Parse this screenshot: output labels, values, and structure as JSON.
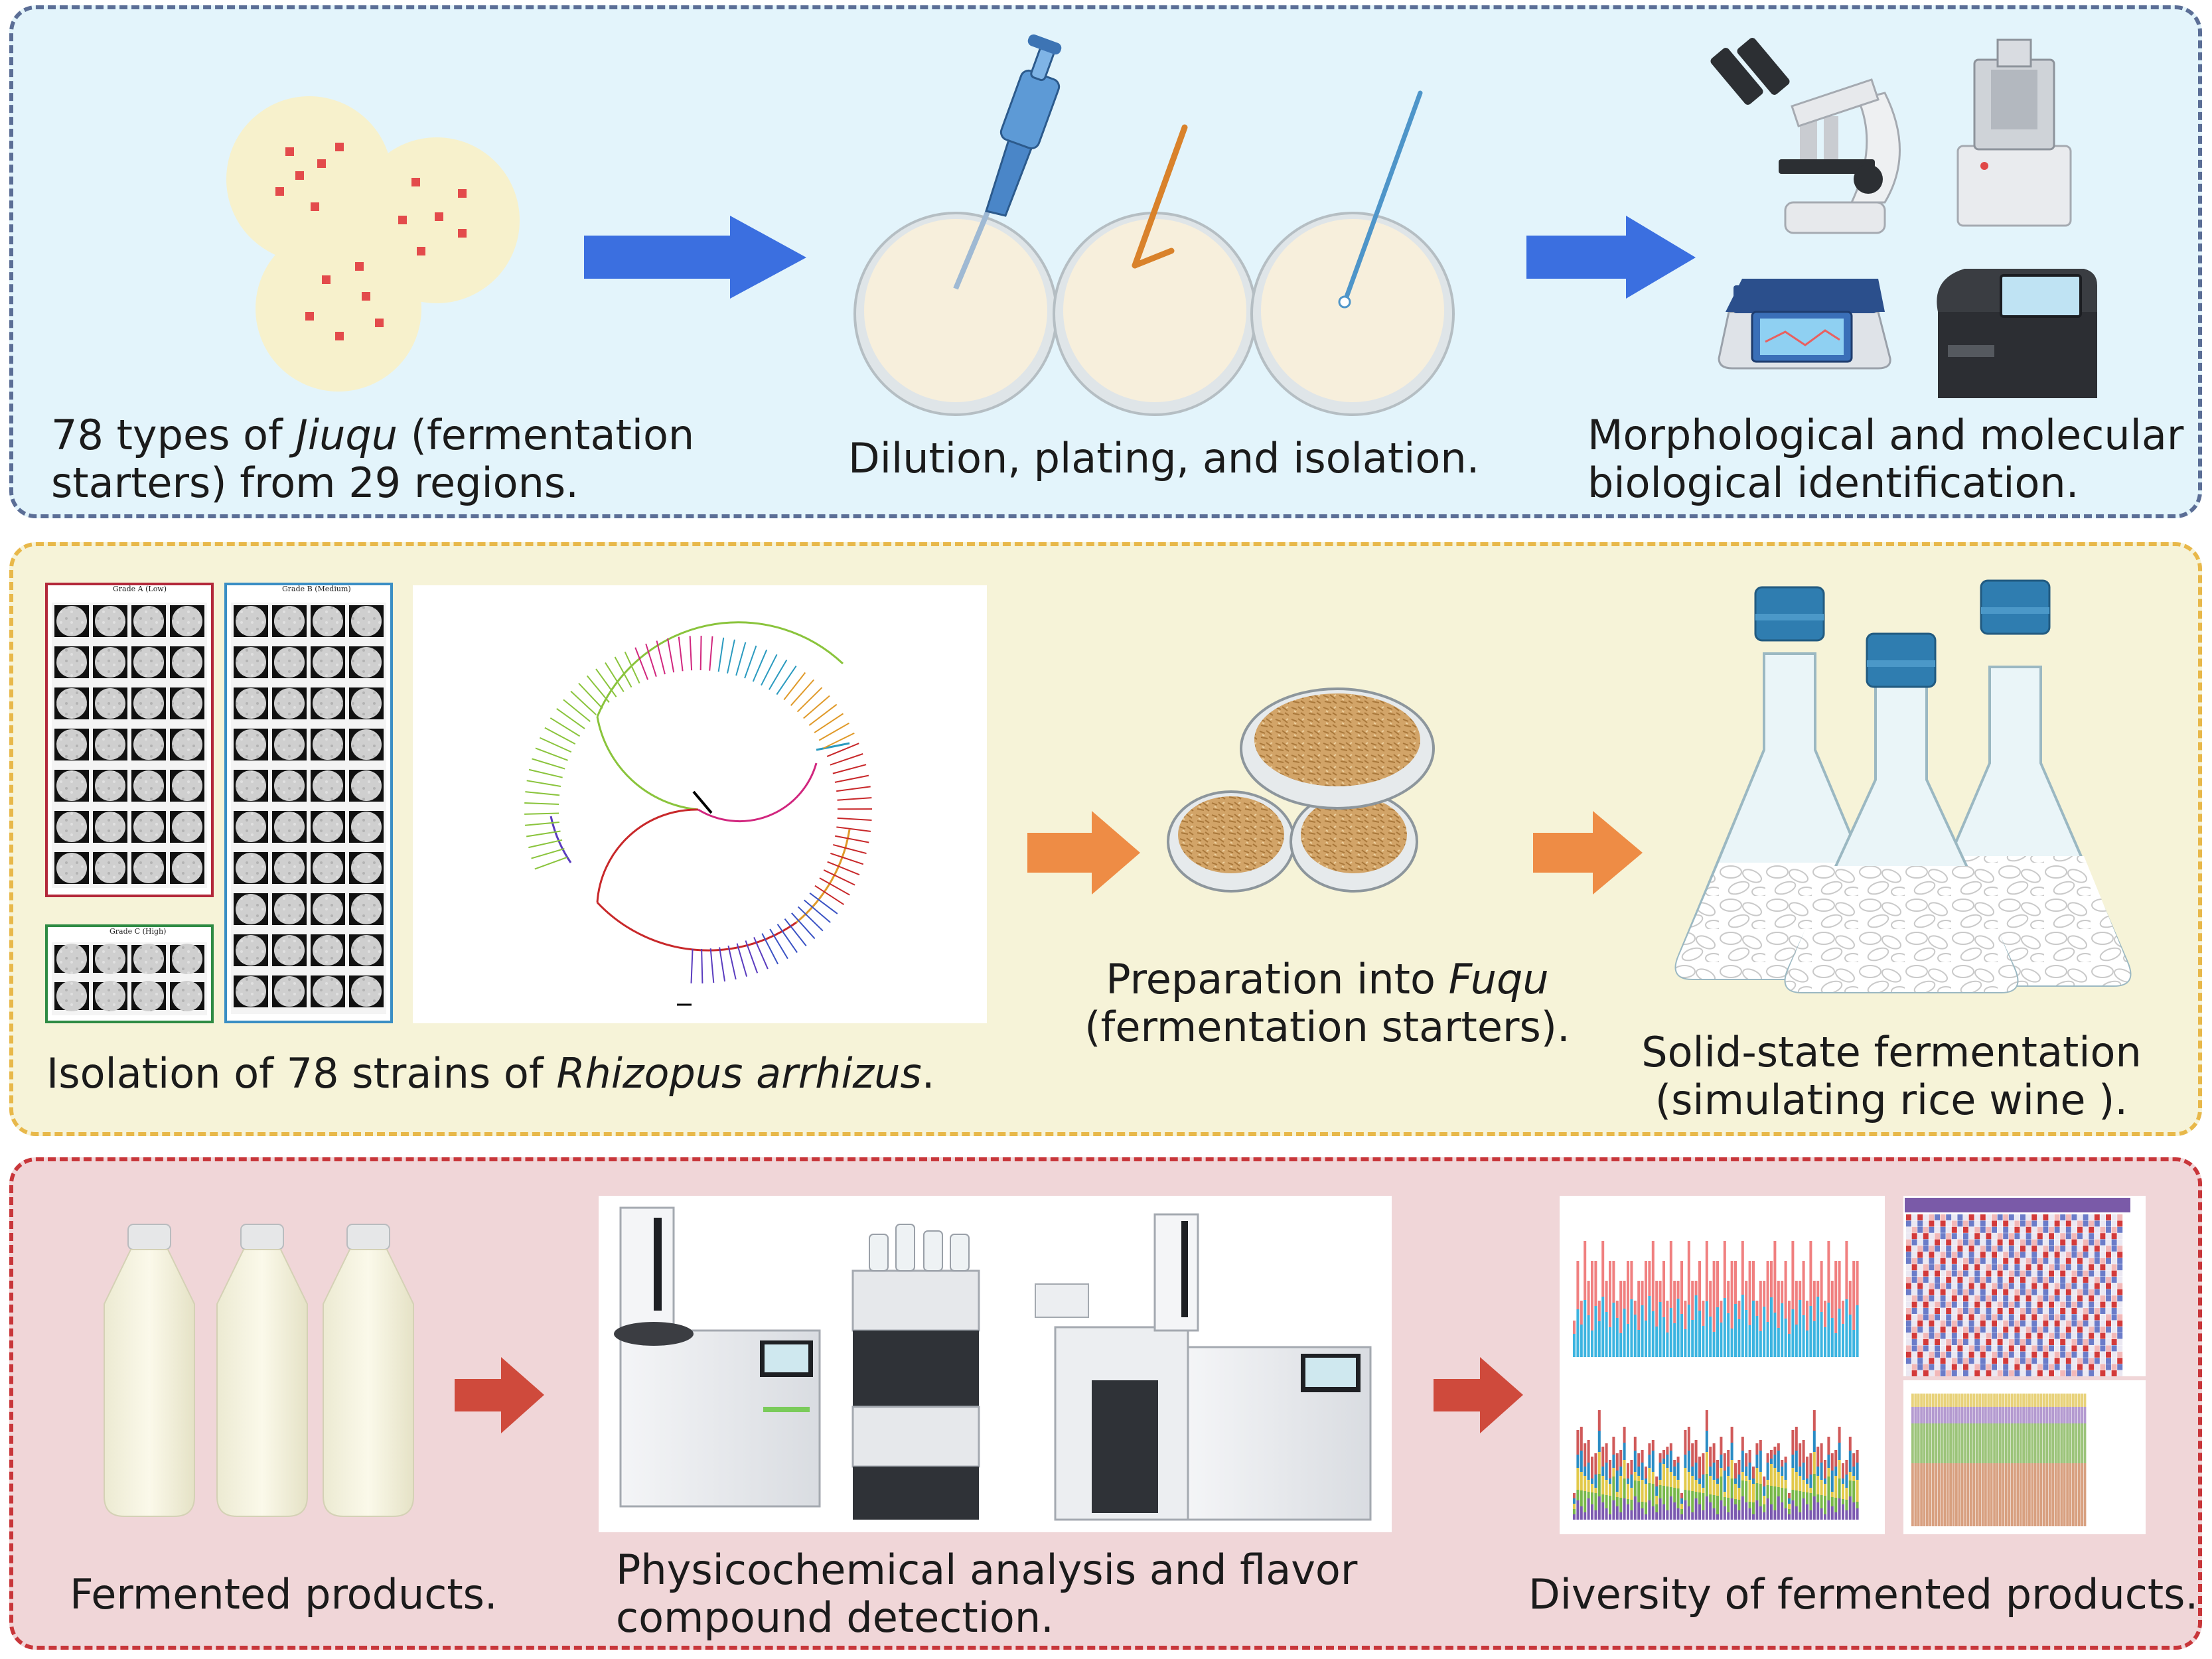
{
  "panels": {
    "isolation": {
      "caption_left_1a": "78 types of ",
      "caption_left_1b": "Jiuqu",
      "caption_left_1c": " (fermentation",
      "caption_left_2": "starters) from 29 regions.",
      "caption_middle": "Dilution, plating, and isolation.",
      "caption_right_1": "Morphological and molecular",
      "caption_right_2": "biological identification."
    },
    "fermentation": {
      "caption_left_a": "Isolation of 78 strains of ",
      "caption_left_b": "Rhizopus arrhizus",
      "caption_left_c": ".",
      "caption_middle_1a": "Preparation into ",
      "caption_middle_1b": "Fuqu",
      "caption_middle_2": "(fermentation starters).",
      "caption_right_1": "Solid-state fermentation",
      "caption_right_2": "(simulating rice wine ).",
      "grade_a_label": "Grade A (Low)",
      "grade_b_label": "Grade B (Medium)",
      "grade_c_label": "Grade C (High)"
    },
    "analysis": {
      "caption_left": "Fermented products.",
      "caption_middle_1": "Physicochemical analysis and flavor",
      "caption_middle_2": "compound detection.",
      "caption_right": "Diversity of fermented products."
    }
  },
  "colors": {
    "panel1_border": "#5b6e96",
    "panel1_fill": "#e3f4fb",
    "panel2_border": "#e8b84a",
    "panel2_fill": "#f6f3d8",
    "panel3_border": "#c8363a",
    "panel3_fill": "#f0d6d8",
    "arrow_blue": "#3b6fe0",
    "arrow_orange": "#ee8c45",
    "arrow_red": "#cf4a3c"
  }
}
